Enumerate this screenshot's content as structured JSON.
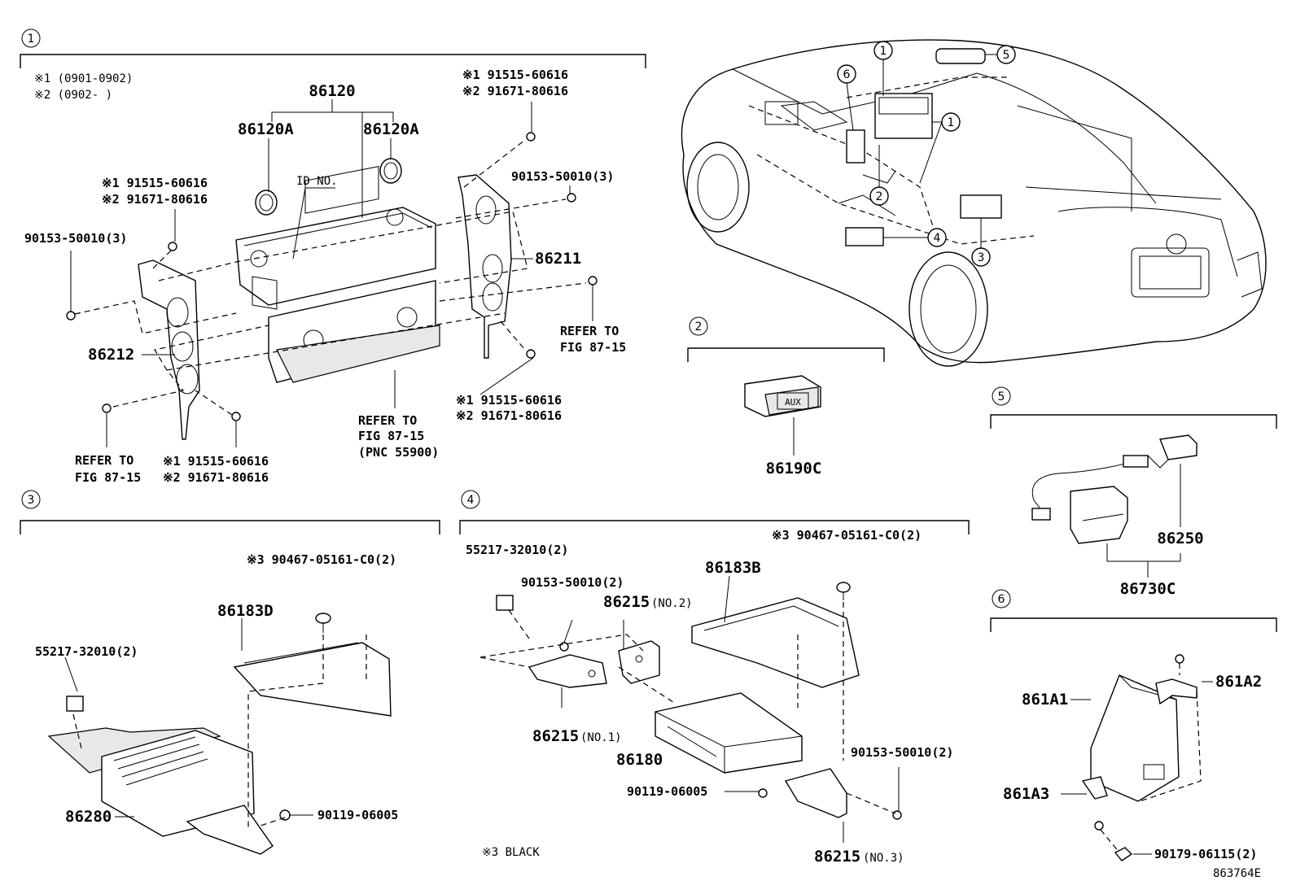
{
  "sections": [
    {
      "num": "1"
    },
    {
      "num": "2"
    },
    {
      "num": "3"
    },
    {
      "num": "4"
    },
    {
      "num": "5"
    },
    {
      "num": "6"
    }
  ],
  "car_callouts": [
    "1",
    "5",
    "6",
    "1",
    "2",
    "4",
    "3"
  ],
  "s1": {
    "note1": "※1 (0901-0902)",
    "note2": "※2 (0902-      )",
    "p86120": "86120",
    "p86120a_l": "86120A",
    "p86120a_r": "86120A",
    "id_no": "ID NO.",
    "tr_n1": "※1 91515-60616",
    "tr_n2": "※2 91671-80616",
    "p90153_r": "90153-50010(3)",
    "p86211": "86211",
    "tl_n1": "※1 91515-60616",
    "tl_n2": "※2 91671-80616",
    "p90153_l": "90153-50010(3)",
    "p86212": "86212",
    "refer_r1": "REFER TO",
    "refer_r2": "FIG 87-15",
    "refer_c1": "REFER TO",
    "refer_c2": "FIG 87-15",
    "refer_c3": "(PNC 55900)",
    "br_n1": "※1 91515-60616",
    "br_n2": "※2 91671-80616",
    "refer_l1": "REFER TO",
    "refer_l2": "FIG 87-15",
    "bl_n1": "※1 91515-60616",
    "bl_n2": "※2 91671-80616"
  },
  "s2": {
    "p86190c": "86190C",
    "aux": "AUX"
  },
  "s3": {
    "p90467": "※3 90467-05161-C0(2)",
    "p86183d": "86183D",
    "p55217": "55217-32010(2)",
    "p86280": "86280",
    "p90119": "90119-06005"
  },
  "s4": {
    "p55217": "55217-32010(2)",
    "p90467": "※3 90467-05161-C0(2)",
    "p90153a": "90153-50010(2)",
    "p86215_2": "86215",
    "no2": "(NO.2)",
    "p86183b": "86183B",
    "p86215_1": "86215",
    "no1": "(NO.1)",
    "p86180": "86180",
    "p90153b": "90153-50010(2)",
    "p90119": "90119-06005",
    "p86215_3": "86215",
    "no3": "(NO.3)",
    "black": "※3 BLACK"
  },
  "s5": {
    "p86250": "86250",
    "p86730c": "86730C"
  },
  "s6": {
    "p861a2": "861A2",
    "p861a1": "861A1",
    "p861a3": "861A3",
    "p90179": "90179-06115(2)"
  },
  "footer_code": "863764E"
}
